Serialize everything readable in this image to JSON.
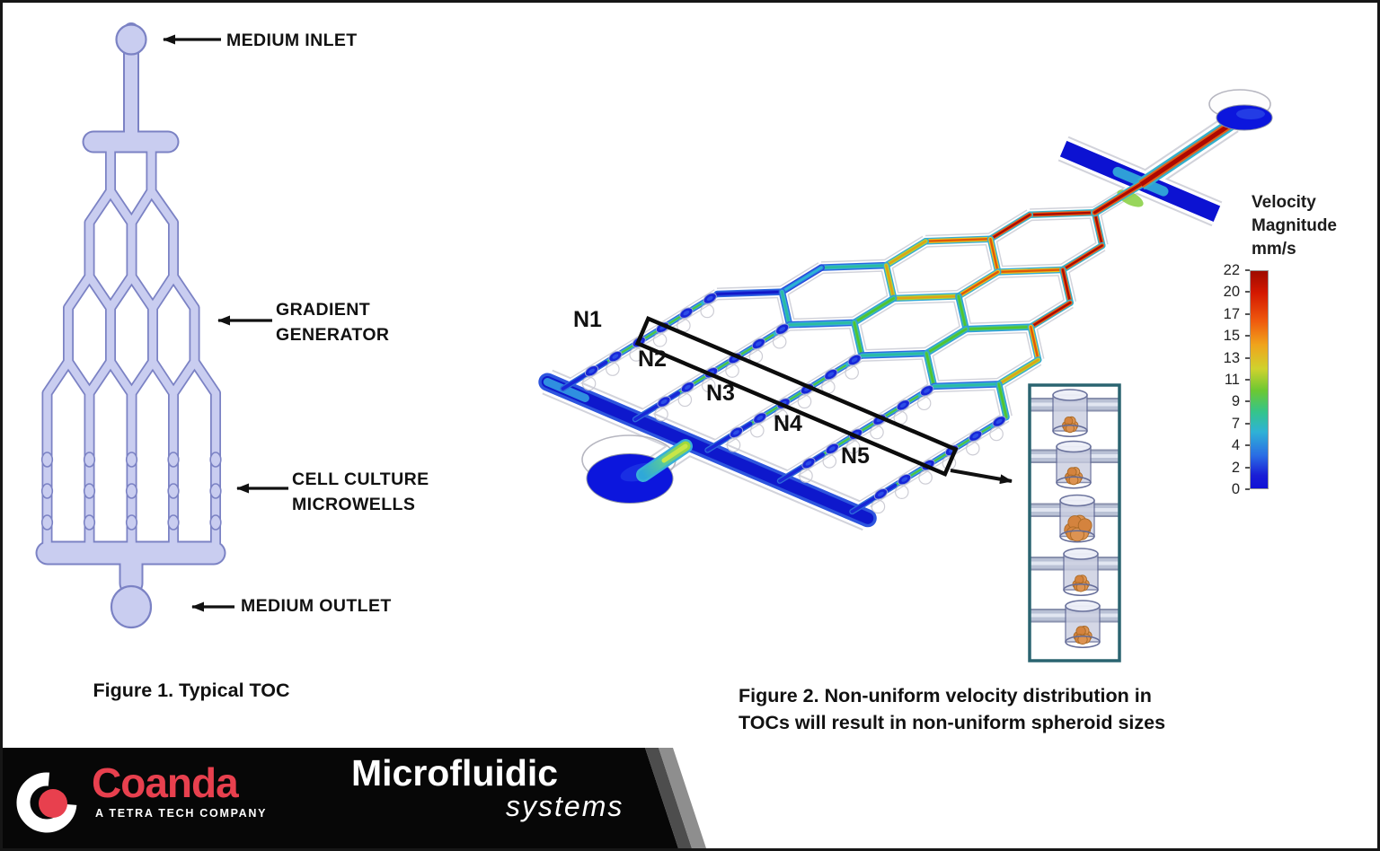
{
  "fig1": {
    "caption": "Figure 1. Typical TOC",
    "labels": {
      "inlet": "MEDIUM INLET",
      "gradient": "GRADIENT\nGENERATOR",
      "microwells": "CELL CULTURE\nMICROWELLS",
      "outlet": "MEDIUM OUTLET"
    }
  },
  "fig2": {
    "caption": "Figure 2. Non-uniform velocity distribution in\nTOCs will result in non-uniform spheroid sizes",
    "row_labels": [
      "N1",
      "N2",
      "N3",
      "N4",
      "N5"
    ],
    "legend": {
      "title": "Velocity\nMagnitude\nmm/s",
      "ticks": [
        22,
        20,
        17,
        15,
        13,
        11,
        9,
        7,
        4,
        2,
        0
      ],
      "unit": "mm/s",
      "max": 22,
      "min": 0,
      "gradient_stops": [
        "#9e0b00",
        "#d41800",
        "#ef5a0e",
        "#f0a41c",
        "#cfd22e",
        "#6cc832",
        "#34c48c",
        "#2fb2d6",
        "#2a6ce4",
        "#1111d6"
      ]
    },
    "inset": {
      "well_count": 5,
      "spheroid_radii": [
        10,
        11,
        16.5,
        10.5,
        11.5
      ]
    }
  },
  "footer": {
    "brand": "Coanda",
    "tagline": "A TETRA TECH COMPANY",
    "product_line1": "Microfluidic",
    "product_line2": "systems"
  },
  "colors": {
    "accent_red": "#e8404e",
    "schematic_fill": "#c9cdf0",
    "schematic_stroke": "#7b82c4",
    "inset_border": "#2a6470",
    "velocity_max_color": "#9e0b00",
    "velocity_min_color": "#1111d6"
  }
}
